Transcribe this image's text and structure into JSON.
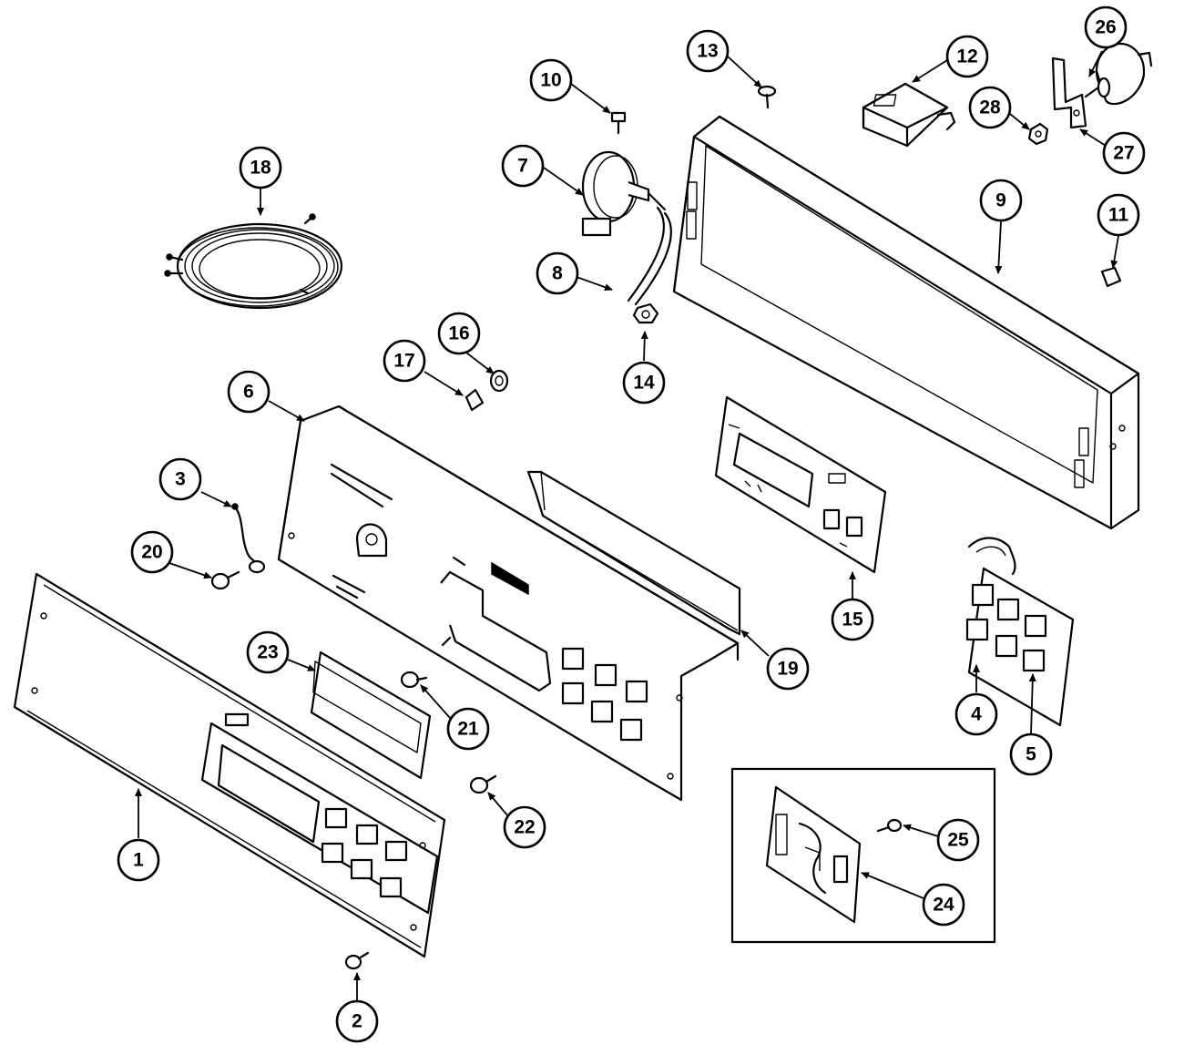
{
  "diagram": {
    "type": "exploded-parts-view",
    "callouts": [
      {
        "id": "1",
        "label": "1"
      },
      {
        "id": "2",
        "label": "2"
      },
      {
        "id": "3",
        "label": "3"
      },
      {
        "id": "4",
        "label": "4"
      },
      {
        "id": "5",
        "label": "5"
      },
      {
        "id": "6",
        "label": "6"
      },
      {
        "id": "7",
        "label": "7"
      },
      {
        "id": "8",
        "label": "8"
      },
      {
        "id": "9",
        "label": "9"
      },
      {
        "id": "10",
        "label": "10"
      },
      {
        "id": "11",
        "label": "11"
      },
      {
        "id": "12",
        "label": "12"
      },
      {
        "id": "13",
        "label": "13"
      },
      {
        "id": "14",
        "label": "14"
      },
      {
        "id": "15",
        "label": "15"
      },
      {
        "id": "16",
        "label": "16"
      },
      {
        "id": "17",
        "label": "17"
      },
      {
        "id": "18",
        "label": "18"
      },
      {
        "id": "19",
        "label": "19"
      },
      {
        "id": "20",
        "label": "20"
      },
      {
        "id": "21",
        "label": "21"
      },
      {
        "id": "22",
        "label": "22"
      },
      {
        "id": "23",
        "label": "23"
      },
      {
        "id": "24",
        "label": "24"
      },
      {
        "id": "25",
        "label": "25"
      },
      {
        "id": "26",
        "label": "26"
      },
      {
        "id": "27",
        "label": "27"
      },
      {
        "id": "28",
        "label": "28"
      }
    ],
    "parts": [
      {
        "name": "front-panel",
        "callout": "1"
      },
      {
        "name": "screw",
        "callout": "2"
      },
      {
        "name": "ground-wire",
        "callout": "3"
      },
      {
        "name": "keypad-board",
        "callout": "4"
      },
      {
        "name": "button",
        "callout": "5"
      },
      {
        "name": "control-bracket",
        "callout": "6"
      },
      {
        "name": "pressure-switch",
        "callout": "7"
      },
      {
        "name": "hose",
        "callout": "8"
      },
      {
        "name": "backguard",
        "callout": "9"
      },
      {
        "name": "screw",
        "callout": "10"
      },
      {
        "name": "clip",
        "callout": "11"
      },
      {
        "name": "filter",
        "callout": "12"
      },
      {
        "name": "screw",
        "callout": "13"
      },
      {
        "name": "nut",
        "callout": "14"
      },
      {
        "name": "control-board",
        "callout": "15"
      },
      {
        "name": "washer",
        "callout": "16"
      },
      {
        "name": "spacer",
        "callout": "17"
      },
      {
        "name": "wire-harness",
        "callout": "18"
      },
      {
        "name": "light-pipe",
        "callout": "19"
      },
      {
        "name": "screw",
        "callout": "20"
      },
      {
        "name": "screw",
        "callout": "21"
      },
      {
        "name": "screw",
        "callout": "22"
      },
      {
        "name": "display-lens",
        "callout": "23"
      },
      {
        "name": "relay-board",
        "callout": "24"
      },
      {
        "name": "screw",
        "callout": "25"
      },
      {
        "name": "motor",
        "callout": "26"
      },
      {
        "name": "bracket",
        "callout": "27"
      },
      {
        "name": "nut",
        "callout": "28"
      }
    ]
  }
}
